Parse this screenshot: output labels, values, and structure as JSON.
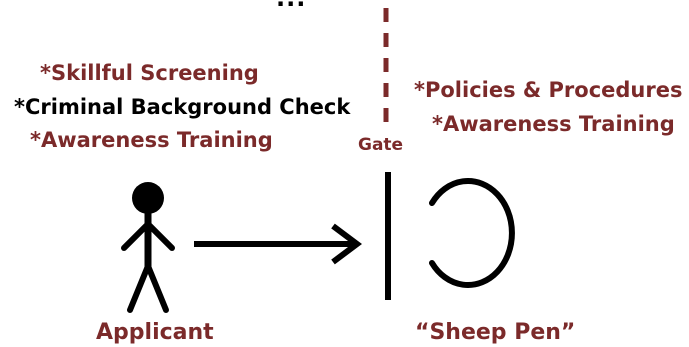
{
  "diagram": {
    "title_fragment": "...",
    "left_list": {
      "items": [
        {
          "text": "*Skillful Screening",
          "color": "#7b2a2a"
        },
        {
          "text": "*Criminal Background Check",
          "color": "#000000"
        },
        {
          "text": "*Awareness Training",
          "color": "#7b2a2a"
        }
      ]
    },
    "right_list": {
      "items": [
        {
          "text": "*Policies & Procedures",
          "color": "#7b2a2a"
        },
        {
          "text": "*Awareness Training",
          "color": "#7b2a2a"
        }
      ]
    },
    "gate": {
      "label": "Gate"
    },
    "applicant": {
      "label": "Applicant"
    },
    "sheep_pen": {
      "label": "“Sheep Pen”"
    },
    "colors": {
      "maroon": "#7b2a2a",
      "ink": "#000000",
      "background": "#ffffff"
    }
  }
}
